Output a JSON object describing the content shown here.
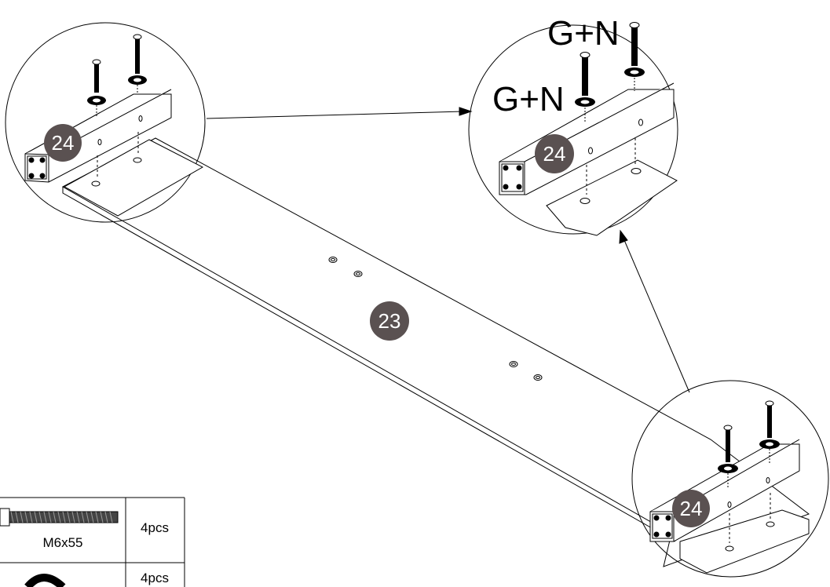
{
  "parts": {
    "board_number": "23",
    "frame_number_top_left": "24",
    "frame_number_detail": "24",
    "frame_number_bottom_right": "24"
  },
  "callouts": {
    "upper": "G+N",
    "lower": "G+N"
  },
  "hardware_table": [
    {
      "name": "M6x55",
      "qty": "4pcs"
    },
    {
      "name": "",
      "qty": "4pcs"
    }
  ],
  "colors": {
    "badge": "#5a5151",
    "line": "#000000"
  }
}
